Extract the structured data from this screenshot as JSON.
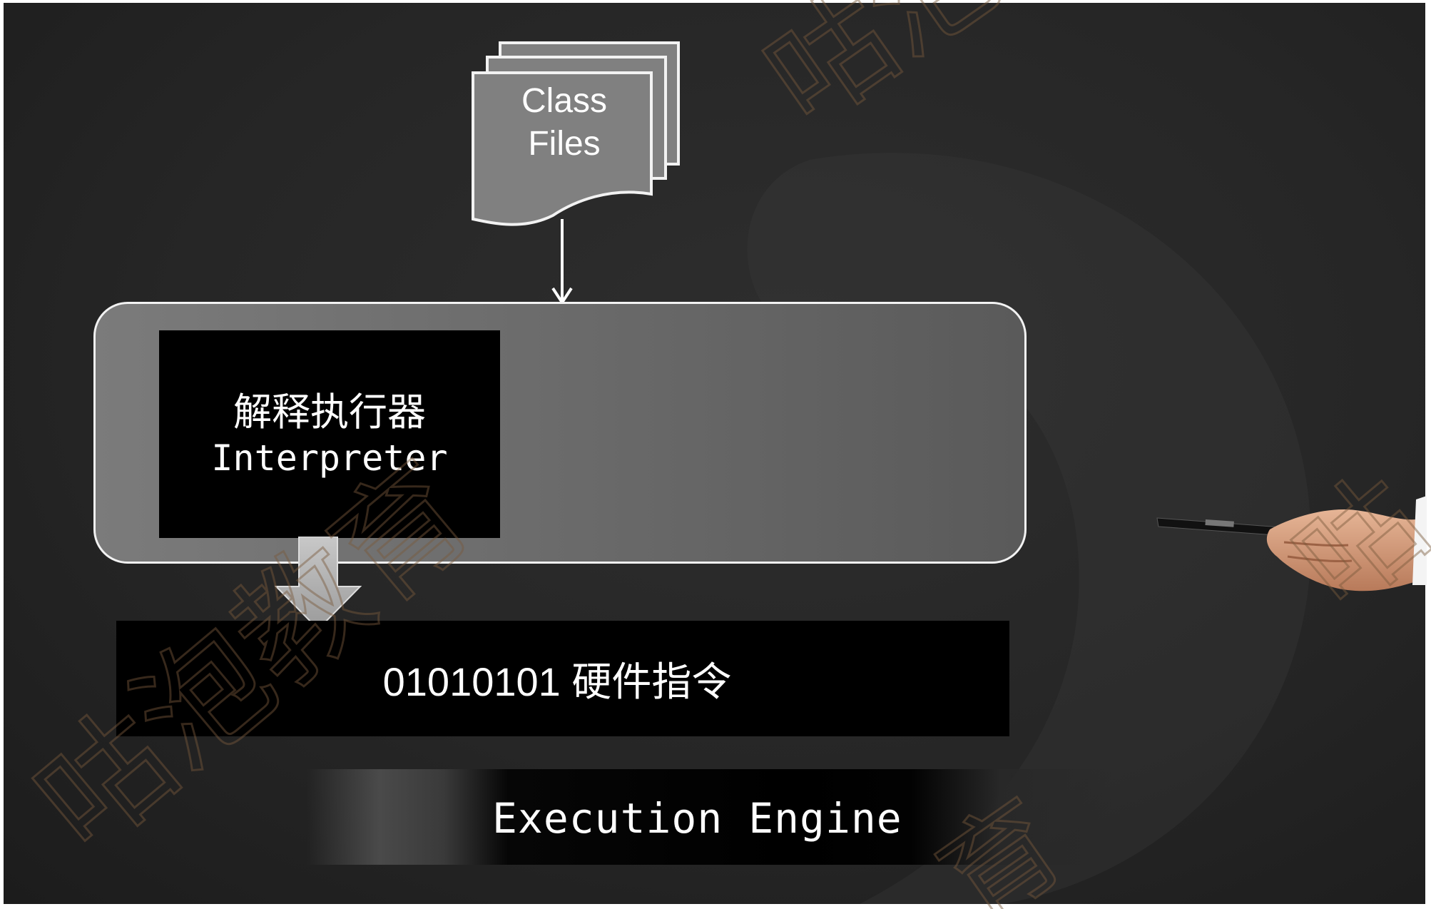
{
  "slide": {
    "colors": {
      "background": "#262626",
      "panel": "#6e6e6e",
      "panel_border": "#f2f2f2",
      "box_fill": "#000000",
      "text": "#ffffff",
      "watermark": "#7a5a3c"
    }
  },
  "class_files": {
    "line1": "Class",
    "line2": "Files"
  },
  "interpreter": {
    "label_cn": "解释执行器",
    "label_en": "Interpreter"
  },
  "hardware": {
    "label": "01010101 硬件指令"
  },
  "engine": {
    "label": "Execution Engine"
  },
  "watermark": {
    "text": "咕泡教育"
  },
  "icons": {
    "documents": "stacked-documents-icon",
    "arrow_small": "arrow-down-icon",
    "arrow_block": "block-arrow-down-icon",
    "presenter": "hand-with-pen-image"
  }
}
